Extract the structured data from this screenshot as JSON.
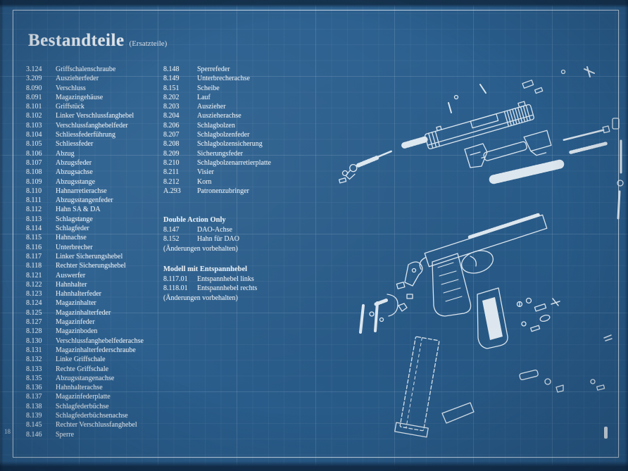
{
  "colors": {
    "paper": "#2b5f8e",
    "ink": "#e9eff4"
  },
  "title": {
    "main": "Bestandteile",
    "sub": "(Ersatzteile)"
  },
  "page": {
    "left_number": "18"
  },
  "parts_left": [
    {
      "num": "3.124",
      "name": "Griffschalenschraube"
    },
    {
      "num": "3.209",
      "name": "Auszieherfeder"
    },
    {
      "num": "8.090",
      "name": "Verschluss"
    },
    {
      "num": "8.091",
      "name": "Magazingehäuse"
    },
    {
      "num": "8.101",
      "name": "Griffstück"
    },
    {
      "num": "8.102",
      "name": "Linker Verschlussfanghebel"
    },
    {
      "num": "8.103",
      "name": "Verschlussfanghebelfeder"
    },
    {
      "num": "8.104",
      "name": "Schliessfederführung"
    },
    {
      "num": "8.105",
      "name": "Schliessfeder"
    },
    {
      "num": "8.106",
      "name": "Abzug"
    },
    {
      "num": "8.107",
      "name": "Abzugsfeder"
    },
    {
      "num": "8.108",
      "name": "Abzugsachse"
    },
    {
      "num": "8.109",
      "name": "Abzugsstange"
    },
    {
      "num": "8.110",
      "name": "Hahnarretierachse"
    },
    {
      "num": "8.111",
      "name": "Abzugsstangenfeder"
    },
    {
      "num": "8.112",
      "name": "Hahn SA & DA"
    },
    {
      "num": "8.113",
      "name": "Schlagstange"
    },
    {
      "num": "8.114",
      "name": "Schlagfeder"
    },
    {
      "num": "8.115",
      "name": "Hahnachse"
    },
    {
      "num": "8.116",
      "name": "Unterbrecher"
    },
    {
      "num": "8.117",
      "name": "Linker Sicherungshebel"
    },
    {
      "num": "8.118",
      "name": "Rechter Sicherungshebel"
    },
    {
      "num": "8.121",
      "name": "Auswerfer"
    },
    {
      "num": "8.122",
      "name": "Hahnhalter"
    },
    {
      "num": "8.123",
      "name": "Hahnhalterfeder"
    },
    {
      "num": "8.124",
      "name": "Magazinhalter"
    },
    {
      "num": "8.125",
      "name": "Magazinhalterfeder"
    },
    {
      "num": "8.127",
      "name": "Magazinfeder"
    },
    {
      "num": "8.128",
      "name": "Magazinboden"
    },
    {
      "num": "8.130",
      "name": "Verschlussfanghebelfederachse"
    },
    {
      "num": "8.131",
      "name": "Magazinhalterfederschraube"
    },
    {
      "num": "8.132",
      "name": "Linke Griffschale"
    },
    {
      "num": "8.133",
      "name": "Rechte Griffschale"
    },
    {
      "num": "8.135",
      "name": "Abzugsstangenachse"
    },
    {
      "num": "8.136",
      "name": "Hahnhalterachse"
    },
    {
      "num": "8.137",
      "name": "Magazinfederplatte"
    },
    {
      "num": "8.138",
      "name": "Schlagfederbüchse"
    },
    {
      "num": "8.139",
      "name": "Schlagfederbüchsenachse"
    },
    {
      "num": "8.145",
      "name": "Rechter Verschlussfanghebel"
    },
    {
      "num": "8.146",
      "name": "Sperre"
    }
  ],
  "parts_right": [
    {
      "num": "8.148",
      "name": "Sperrefeder"
    },
    {
      "num": "8.149",
      "name": "Unterbrecherachse"
    },
    {
      "num": "8.151",
      "name": "Scheibe"
    },
    {
      "num": "8.202",
      "name": "Lauf"
    },
    {
      "num": "8.203",
      "name": "Auszieher"
    },
    {
      "num": "8.204",
      "name": "Auszieherachse"
    },
    {
      "num": "8.206",
      "name": "Schlagbolzen"
    },
    {
      "num": "8.207",
      "name": "Schlagbolzenfeder"
    },
    {
      "num": "8.208",
      "name": "Schlagbolzensicherung"
    },
    {
      "num": "8.209",
      "name": "Sicherungsfeder"
    },
    {
      "num": "8.210",
      "name": "Schlagbolzenarretierplatte"
    },
    {
      "num": "8.211",
      "name": "Visier"
    },
    {
      "num": "8.212",
      "name": "Korn"
    },
    {
      "num": "A.293",
      "name": "Patronenzubringer"
    }
  ],
  "sections": [
    {
      "heading": "Double Action Only",
      "items": [
        {
          "num": "8.147",
          "name": "DAO-Achse"
        },
        {
          "num": "8.152",
          "name": "Hahn für DAO"
        }
      ],
      "note": "(Änderungen vorbehalten)"
    },
    {
      "heading": "Modell mit Entspannhebel",
      "items": [
        {
          "num": "8.117.01",
          "name": "Entspannhebel links"
        },
        {
          "num": "8.118.01",
          "name": "Entspannhebel rechts"
        }
      ],
      "note": "(Änderungen vorbehalten)"
    }
  ],
  "diagram": {
    "name": "pistol-exploded-view"
  }
}
